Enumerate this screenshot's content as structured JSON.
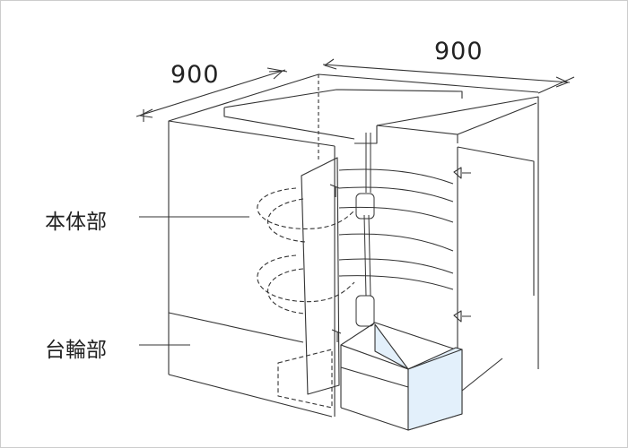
{
  "dimensions": {
    "left_width": "900",
    "right_width": "900"
  },
  "labels": {
    "body": "本体部",
    "plinth": "台輪部"
  },
  "colors": {
    "line": "#333333",
    "drawer_fill": "#e3f0fb"
  }
}
